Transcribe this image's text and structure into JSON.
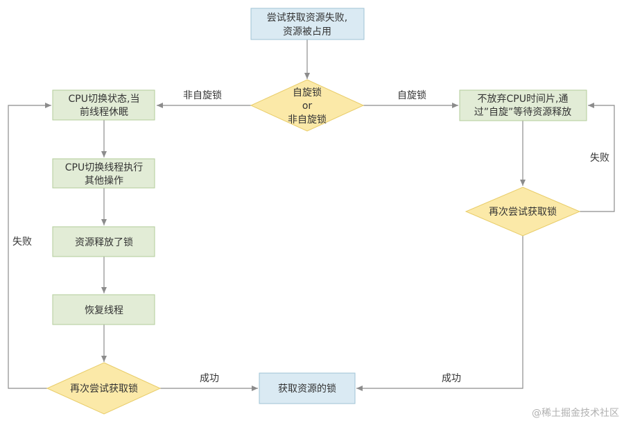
{
  "colors": {
    "start_fill": "#daeaf3",
    "start_stroke": "#9fc3d6",
    "process_fill": "#e2ecd6",
    "process_stroke": "#b3cc9a",
    "decision_fill": "#fbe9a8",
    "decision_stroke": "#e8cc68",
    "line": "#8c8c8c"
  },
  "nodes": {
    "start": [
      "尝试获取资源失败,",
      "资源被占用"
    ],
    "decision_main": [
      "自旋锁",
      "or",
      "非自旋锁"
    ],
    "sleep": [
      "CPU切换状态,当",
      "前线程休眠"
    ],
    "switch": [
      "CPU切换线程执行",
      "其他操作"
    ],
    "released": [
      "资源释放了锁"
    ],
    "resume": [
      "恢复线程"
    ],
    "retry_left": [
      "再次尝试获取锁"
    ],
    "spin": [
      "不放弃CPU时间片,通",
      "过”自旋”等待资源释放"
    ],
    "retry_right": [
      "再次尝试获取锁"
    ],
    "acquire": [
      "获取资源的锁"
    ]
  },
  "edges": {
    "non_spin": "非自旋锁",
    "spin": "自旋锁",
    "fail_right": "失败",
    "fail_left": "失败",
    "success_left": "成功",
    "success_right": "成功"
  },
  "watermark": "@稀土掘金技术社区"
}
